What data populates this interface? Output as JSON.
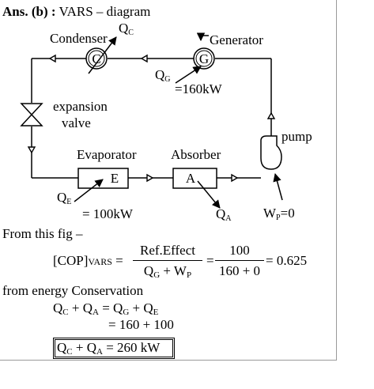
{
  "heading": {
    "ans": "Ans. (b) :",
    "title": "VARS – diagram"
  },
  "components": {
    "condenser": {
      "label": "Condenser",
      "symbol": "C",
      "heat": "Q",
      "heat_sub": "C"
    },
    "generator": {
      "label": "Generator",
      "symbol": "G",
      "heat": "Q",
      "heat_sub": "G",
      "value": "=160kW"
    },
    "expansion_valve": {
      "label_line1": "expansion",
      "label_line2": "valve"
    },
    "pump": {
      "label": "pump",
      "work": "W",
      "work_sub": "P",
      "work_value": "=0"
    },
    "evaporator": {
      "label": "Evaporator",
      "symbol": "E",
      "heat": "Q",
      "heat_sub": "E",
      "value": "= 100kW"
    },
    "absorber": {
      "label": "Absorber",
      "symbol": "A",
      "heat": "Q",
      "heat_sub": "A"
    }
  },
  "text": {
    "from_fig": "From this fig –",
    "cop_lhs": "[COP]",
    "cop_sub": "VARS",
    "cop_eq": "=",
    "frac1_num": "Ref.Effect",
    "frac1_den_a": "Q",
    "frac1_den_a_sub": "G",
    "frac1_den_b": " + W",
    "frac1_den_b_sub": "P",
    "eq2": "=",
    "frac2_num": "100",
    "frac2_den": "160 + 0",
    "result": "= 0.625",
    "energy": "from energy Conservation",
    "eq1_lhs": "Q",
    "eq1_lhs_sub1": "C",
    "eq1_lhs_mid": " + Q",
    "eq1_lhs_sub2": "A",
    "eq1_rhs": " =  Q",
    "eq1_rhs_sub1": "G",
    "eq1_rhs_mid": " + Q",
    "eq1_rhs_sub2": "E",
    "eq2_line": "= 160 + 100",
    "box_a": "Q",
    "box_a_sub": "C",
    "box_mid": " + Q",
    "box_b_sub": "A",
    "box_end": " = 260 kW"
  }
}
